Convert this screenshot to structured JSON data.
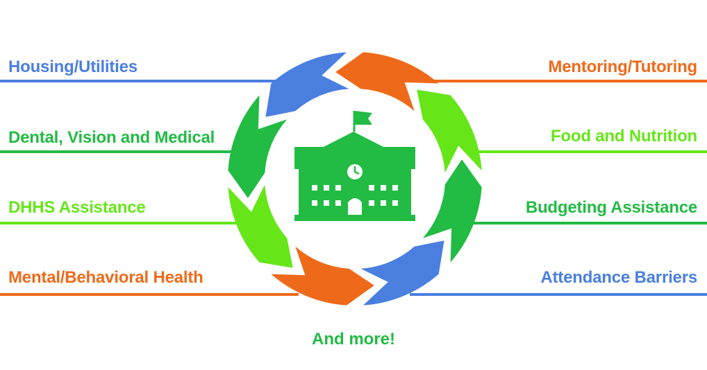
{
  "left_items": [
    {
      "label": "Housing/Utilities",
      "color": "#4a7fe0"
    },
    {
      "label": "Dental, Vision and Medical",
      "color": "#22bb44"
    },
    {
      "label": "DHHS Assistance",
      "color": "#66e619"
    },
    {
      "label": "Mental/Behavioral Health",
      "color": "#ee6a1a"
    }
  ],
  "right_items": [
    {
      "label": "Mentoring/Tutoring",
      "color": "#ee6a1a"
    },
    {
      "label": "Food and Nutrition",
      "color": "#66e619"
    },
    {
      "label": "Budgeting Assistance",
      "color": "#22bb44"
    },
    {
      "label": "Attendance Barriers",
      "color": "#4a7fe0"
    }
  ],
  "footer": {
    "label": "And more!",
    "color": "#22bb44"
  },
  "center_icon": {
    "name": "school-building-icon",
    "color": "#22bb44"
  },
  "ring_segment_colors": [
    "#ee6a1a",
    "#66e619",
    "#22bb44",
    "#4a7fe0",
    "#ee6a1a",
    "#66e619",
    "#22bb44",
    "#4a7fe0"
  ]
}
